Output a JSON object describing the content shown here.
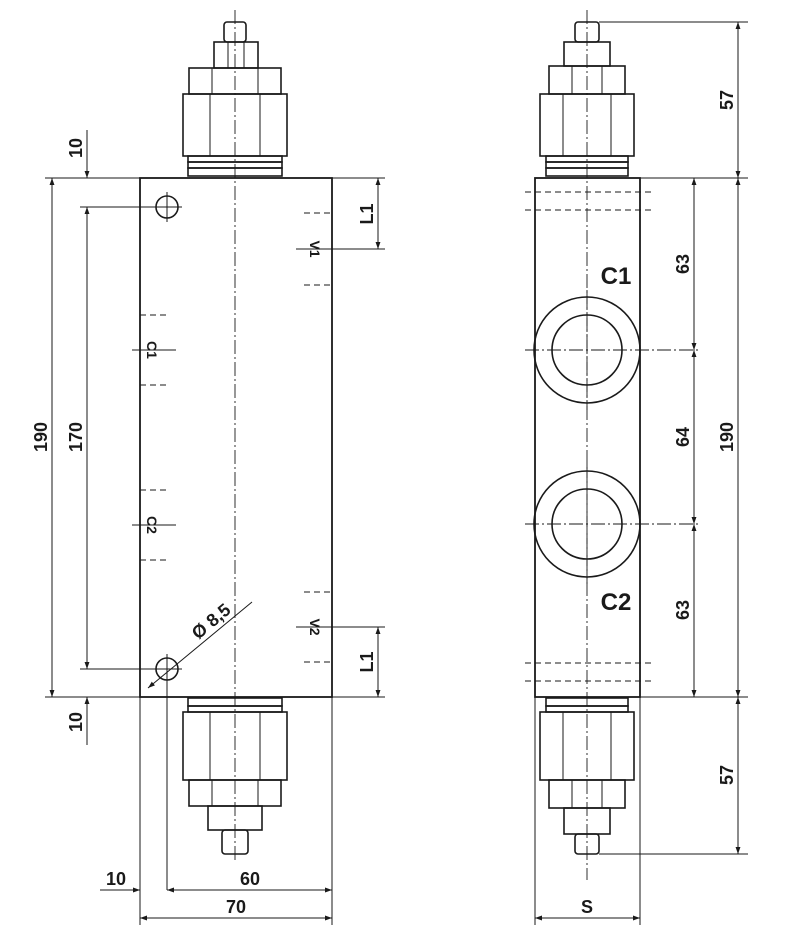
{
  "front_view": {
    "dims": {
      "total_height": "190",
      "hole_spacing": "170",
      "top_offset": "10",
      "bottom_offset": "10",
      "left_offset": "10",
      "inner_width": "60",
      "total_width": "70",
      "hole_diameter": "Ø 8,5",
      "l1_top": "L1",
      "l1_bottom": "L1"
    },
    "ports": {
      "v1": "V1",
      "v2": "V2",
      "c1": "C1",
      "c2": "C2"
    }
  },
  "side_view": {
    "dims": {
      "top_fitting": "57",
      "bottom_fitting": "57",
      "upper_segment": "63",
      "middle_segment": "64",
      "lower_segment": "63",
      "total_height": "190",
      "width": "S"
    },
    "ports": {
      "c1": "C1",
      "c2": "C2"
    }
  }
}
